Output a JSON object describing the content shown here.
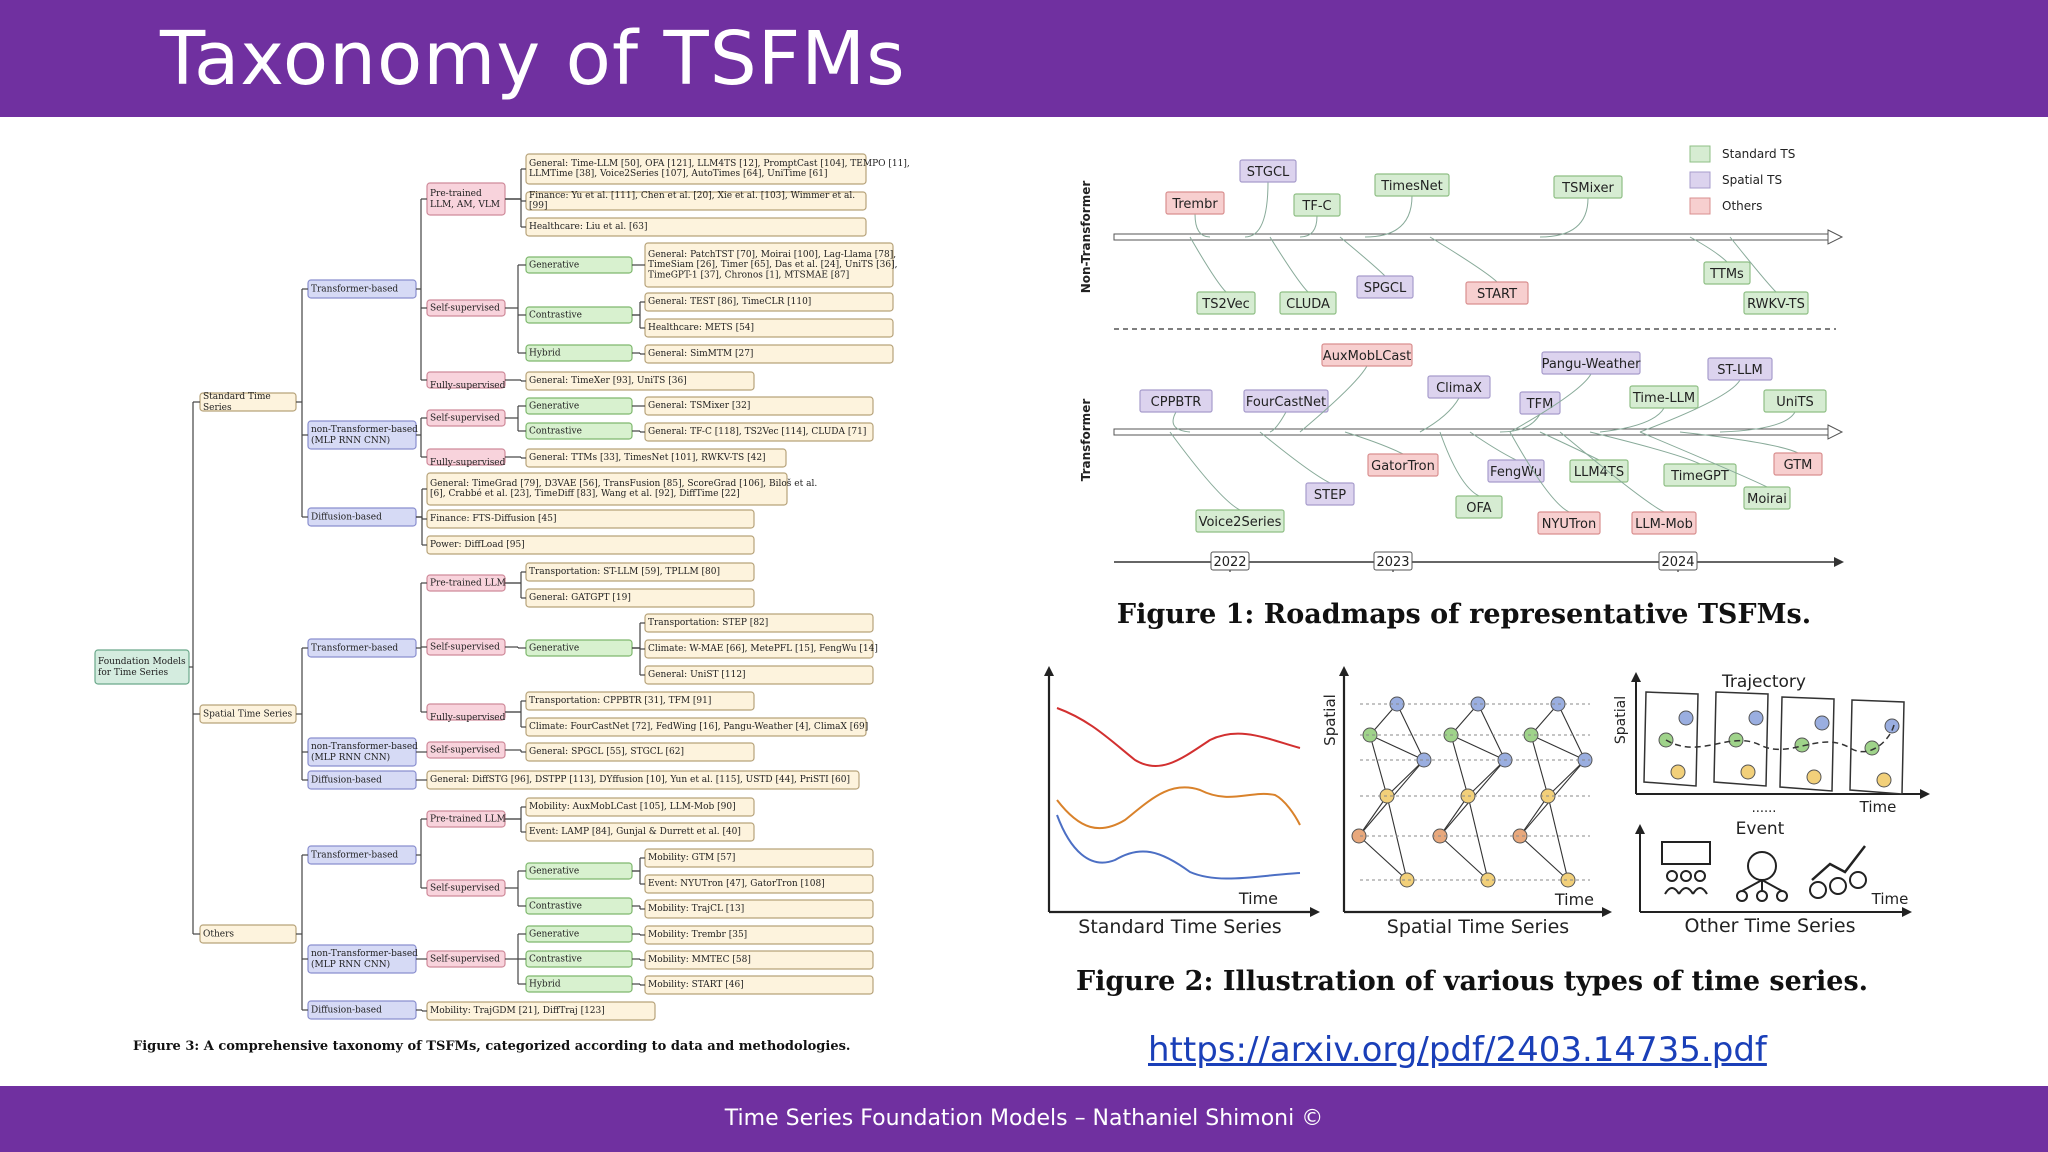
{
  "slide": {
    "title": "Taxonomy of TSFMs",
    "footer": "Time Series Foundation Models – Nathaniel Shimoni ©",
    "link": "https://arxiv.org/pdf/2403.14735.pdf"
  },
  "figure3": {
    "caption": "Figure 3: A comprehensive taxonomy of TSFMs, categorized according to data and methodologies.",
    "root": "Foundation Models for Time Series",
    "level1": [
      "Standard Time Series",
      "Spatial Time Series",
      "Others"
    ],
    "level2": [
      "Transformer-based",
      "non-Transformer-based (MLP RNN CNN)",
      "Diffusion-based",
      "Transformer-based",
      "non-Transformer-based (MLP RNN CNN)",
      "Diffusion-based",
      "Transformer-based",
      "non-Transformer-based (MLP RNN CNN)",
      "Diffusion-based"
    ],
    "level3": [
      "Pre-trained LLM, AM, VLM",
      "Self-supervised",
      "Fully-supervised",
      "Self-supervised",
      "Fully-supervised",
      "Pre-trained LLM",
      "Self-supervised",
      "Fully-supervised",
      "Self-supervised",
      "Pre-trained LLM",
      "Self-supervised",
      "Self-supervised"
    ],
    "level4": [
      "Generative",
      "Contrastive",
      "Hybrid",
      "Generative",
      "Contrastive",
      "Generative",
      "Generative",
      "Contrastive",
      "Generative",
      "Contrastive",
      "Hybrid"
    ],
    "leaves": [
      "General: Time-LLM [50], OFA [121], LLM4TS [12], PromptCast [104], TEMPO [11], LLMTime [38], Voice2Series [107], AutoTimes [64], UniTime [61]",
      "Finance: Yu et al. [111], Chen et al. [20], Xie et al. [103], Wimmer et al. [99]",
      "Healthcare: Liu et al. [63]",
      "General: PatchTST [70], Moirai [100], Lag-Llama [78], TimeSiam [26], Timer [65], Das et al. [24], UniTS [36], TimeGPT-1 [37], Chronos [1], MTSMAE [87]",
      "General: TEST [86], TimeCLR [110]",
      "Healthcare: METS [54]",
      "General: SimMTM [27]",
      "General: TimeXer [93], UniTS [36]",
      "General: TSMixer [32]",
      "General: TF-C [118], TS2Vec [114], CLUDA [71]",
      "General: TTMs [33], TimesNet [101], RWKV-TS [42]",
      "General: TimeGrad [79], D3VAE [56], TransFusion [85], ScoreGrad [106], Biloš et al. [6], Crabbé et al. [23], TimeDiff [83], Wang et al. [92], DiffTime [22]",
      "Finance: FTS-Diffusion [45]",
      "Power: DiffLoad [95]",
      "Transportation: ST-LLM [59], TPLLM [80]",
      "General: GATGPT [19]",
      "Transportation: STEP [82]",
      "Climate: W-MAE [66], MetePFL [15], FengWu [14]",
      "General: UniST [112]",
      "Transportation: CPPBTR [31], TFM [91]",
      "Climate: FourCastNet [72], FedWing [16], Pangu-Weather [4], ClimaX [69]",
      "General: SPGCL [55], STGCL [62]",
      "General: DiffSTG [96], DSTPP [113], DYffusion [10], Yun et al. [115], USTD [44], PriSTI [60]",
      "Mobility: AuxMobLCast [105], LLM-Mob [90]",
      "Event: LAMP [84], Gunjal & Durrett et al. [40]",
      "Mobility: GTM [57]",
      "Event: NYUTron [47], GatorTron [108]",
      "Mobility: TrajCL [13]",
      "Mobility: Trembr [35]",
      "Mobility: MMTEC [58]",
      "Mobility: START [46]",
      "Mobility: TrajGDM [21], DiffTraj [123]"
    ]
  },
  "figure1": {
    "caption": "Figure 1: Roadmaps of representative TSFMs.",
    "legend": [
      "Standard TS",
      "Spatial TS",
      "Others"
    ],
    "legend_colors": [
      "#d6ecd2",
      "#dcd3ee",
      "#f7cfcf"
    ],
    "rows": [
      "Non-Transformer",
      "Transformer"
    ],
    "years": [
      "2022",
      "2023",
      "2024"
    ],
    "non_transformer_models": [
      "Trembr",
      "STGCL",
      "TF-C",
      "TimesNet",
      "TSMixer",
      "TS2Vec",
      "CLUDA",
      "SPGCL",
      "START",
      "TTMs",
      "RWKV-TS"
    ],
    "transformer_models": [
      "CPPBTR",
      "FourCastNet",
      "AuxMobLCast",
      "ClimaX",
      "TFM",
      "Pangu-Weather",
      "ST-LLM",
      "Time-LLM",
      "UniTS",
      "Voice2Series",
      "STEP",
      "GatorTron",
      "OFA",
      "FengWu",
      "NYUTron",
      "LLM4TS",
      "LLM-Mob",
      "TimeGPT",
      "Moirai",
      "GTM"
    ]
  },
  "figure2": {
    "caption": "Figure 2: Illustration of various types of time series.",
    "panels": [
      "Standard Time Series",
      "Spatial Time Series",
      "Other Time Series"
    ],
    "axis_time": "Time",
    "axis_spatial": "Spatial",
    "trajectory": "Trajectory",
    "event": "Event",
    "dots": "......"
  }
}
